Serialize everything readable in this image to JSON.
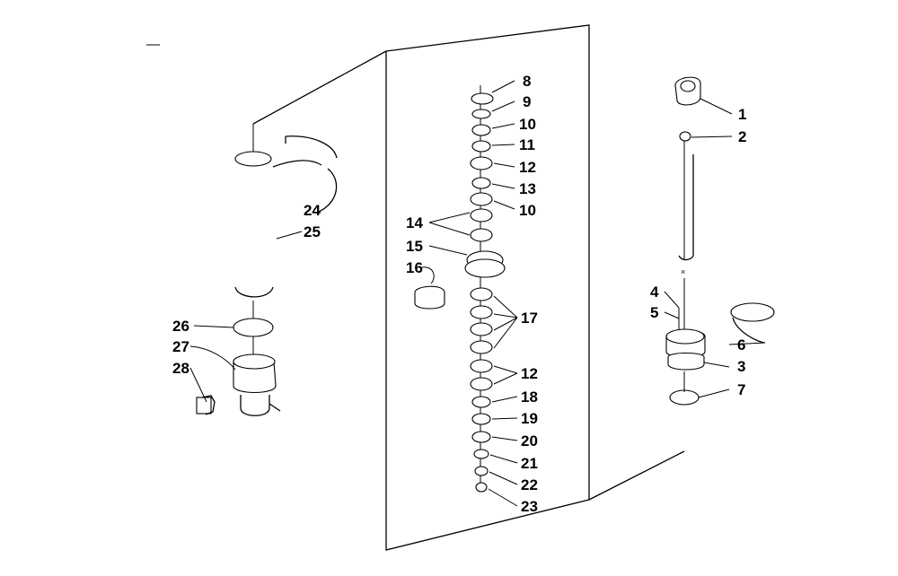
{
  "diagram": {
    "type": "exploded-parts-diagram",
    "callouts": [
      {
        "id": "1",
        "label": "1"
      },
      {
        "id": "2",
        "label": "2"
      },
      {
        "id": "3",
        "label": "3"
      },
      {
        "id": "4",
        "label": "4"
      },
      {
        "id": "5",
        "label": "5"
      },
      {
        "id": "6",
        "label": "6"
      },
      {
        "id": "7",
        "label": "7"
      },
      {
        "id": "8",
        "label": "8"
      },
      {
        "id": "9",
        "label": "9"
      },
      {
        "id": "10a",
        "label": "10"
      },
      {
        "id": "11",
        "label": "11"
      },
      {
        "id": "12a",
        "label": "12"
      },
      {
        "id": "13",
        "label": "13"
      },
      {
        "id": "10b",
        "label": "10"
      },
      {
        "id": "14",
        "label": "14"
      },
      {
        "id": "15",
        "label": "15"
      },
      {
        "id": "16",
        "label": "16"
      },
      {
        "id": "17",
        "label": "17"
      },
      {
        "id": "12b",
        "label": "12"
      },
      {
        "id": "18",
        "label": "18"
      },
      {
        "id": "19",
        "label": "19"
      },
      {
        "id": "20",
        "label": "20"
      },
      {
        "id": "21",
        "label": "21"
      },
      {
        "id": "22",
        "label": "22"
      },
      {
        "id": "23",
        "label": "23"
      },
      {
        "id": "24",
        "label": "24"
      },
      {
        "id": "25",
        "label": "25"
      },
      {
        "id": "26",
        "label": "26"
      },
      {
        "id": "27",
        "label": "27"
      },
      {
        "id": "28",
        "label": "28"
      }
    ]
  }
}
